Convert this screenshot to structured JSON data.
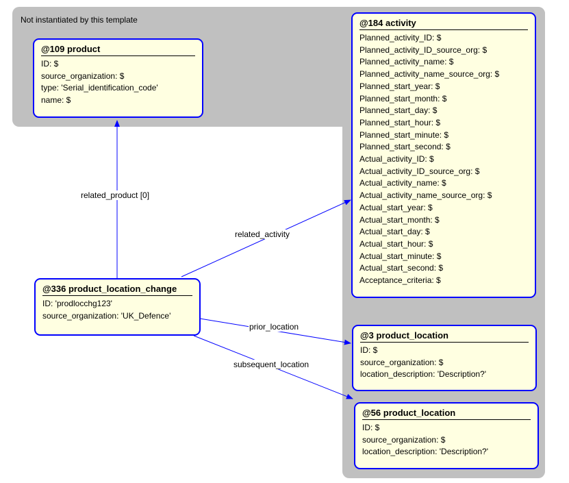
{
  "region_caption": "Not instantiated by this template",
  "nodes": {
    "product": {
      "title": "@109 product",
      "attributes": [
        "ID: $",
        "source_organization: $",
        "type: 'Serial_identification_code'",
        "name: $"
      ]
    },
    "activity": {
      "title": "@184 activity",
      "attributes": [
        "Planned_activity_ID: $",
        "Planned_activity_ID_source_org: $",
        "Planned_activity_name: $",
        "Planned_activity_name_source_org: $",
        "Planned_start_year: $",
        "Planned_start_month: $",
        "Planned_start_day: $",
        "Planned_start_hour: $",
        "Planned_start_minute: $",
        "Planned_start_second: $",
        "Actual_activity_ID: $",
        "Actual_activity_ID_source_org: $",
        "Actual_activity_name: $",
        "Actual_activity_name_source_org: $",
        "Actual_start_year: $",
        "Actual_start_month: $",
        "Actual_start_day: $",
        "Actual_start_hour: $",
        "Actual_start_minute: $",
        "Actual_start_second: $",
        "Acceptance_criteria: $"
      ]
    },
    "plc": {
      "title": "@336 product_location_change",
      "attributes": [
        "ID: 'prodlocchg123'",
        "source_organization: 'UK_Defence'"
      ]
    },
    "loc3": {
      "title": "@3 product_location",
      "attributes": [
        "ID: $",
        "source_organization: $",
        "location_description: 'Description?'"
      ]
    },
    "loc56": {
      "title": "@56 product_location",
      "attributes": [
        "ID: $",
        "source_organization: $",
        "location_description: 'Description?'"
      ]
    }
  },
  "edges": {
    "related_product": "related_product [0]",
    "related_activity": "related_activity",
    "prior_location": "prior_location",
    "subsequent_location": "subsequent_location"
  },
  "colors": {
    "node_fill": "#ffffe1",
    "node_border": "#0000ff",
    "region_fill": "#c0c0c0",
    "edge": "#0000ff"
  }
}
